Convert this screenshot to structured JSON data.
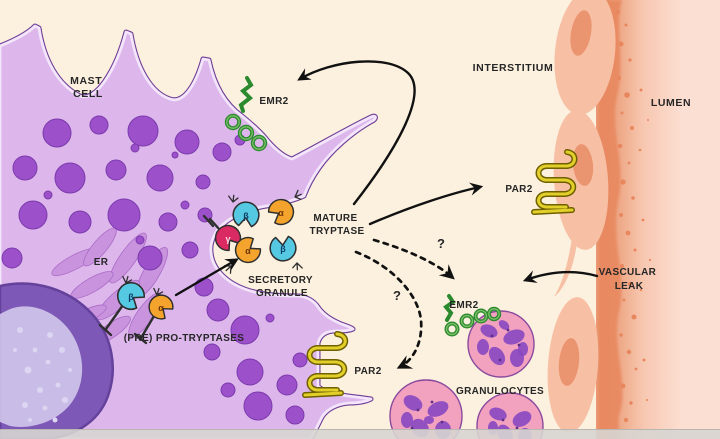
{
  "figure": {
    "type": "biomedical-pathway-diagram",
    "labels": {
      "mast_cell": [
        "MAST",
        "CELL"
      ],
      "er": "ER",
      "pre_pro_tryptases": "(PRE) PRO-TRYPTASES",
      "secretory_granule": [
        "SECRETORY",
        "GRANULE"
      ],
      "mature_tryptase": [
        "MATURE",
        "TRYPTASE"
      ],
      "emr2_mast": "EMR2",
      "par2_endothelium": "PAR2",
      "par2_mast": "PAR2",
      "emr2_granulocyte": "EMR2",
      "granulocytes": "GRANULOCYTES",
      "interstitium": "INTERSTITIUM",
      "lumen": "LUMEN",
      "vascular_leak": [
        "VASCULAR",
        "LEAK"
      ],
      "question_to_emr2_granulocyte": "?",
      "question_to_par2_mast": "?"
    },
    "subunits": {
      "alpha": "α",
      "beta": "β",
      "gamma": "γ"
    },
    "colors": {
      "background": "#fcf1df",
      "lumen": "#fcdfd3",
      "lumen_mid": "#f7c7b0",
      "lumen_band": "#ea9b75",
      "endothelial_cell": "#f7c0a5",
      "endothelial_nucleus": "#eb9470",
      "endothelial_edge": "#e8875e",
      "mast_body": "#ddb7ec",
      "mast_membrane": "#6f3d96",
      "mast_membrane_inner": "#f3e6fb",
      "granule_fill": "#9c50c9",
      "granule_edge": "#7c3bad",
      "nucleus_fill": "#7e58b6",
      "nucleus_edge": "#64419b",
      "chromatin": "#b5a3dc",
      "chromatin_light": "#dcd6f2",
      "er_fill": "#c993de",
      "er_edge": "#aa6cc7",
      "alpha": "#f4a42d",
      "beta": "#55c8e2",
      "gamma": "#d92b62",
      "alpha_text": "#6b3400",
      "beta_text": "#0d3f66",
      "gamma_text": "#ffd9e4",
      "outline_dark": "#2e2e2e",
      "emr2": "#2c8a2e",
      "emr2_light": "#7cc06a",
      "par2": "#e3cf2a",
      "par2_dark": "#6f6000",
      "granulocyte_fill": "#f2a2be",
      "granulocyte_spot": "#8a49c1",
      "granulocyte_edge": "#8a4a9e",
      "label": "#262626",
      "arrow": "#111111",
      "bottom_strip": "#d7d5d2"
    }
  }
}
